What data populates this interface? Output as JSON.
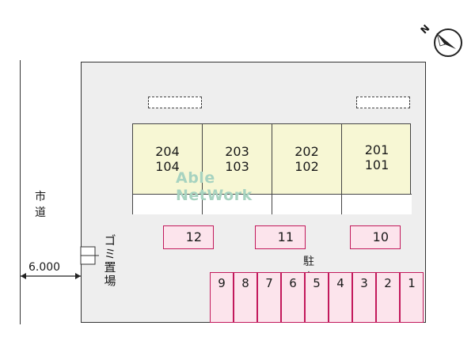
{
  "road": {
    "label": "市道",
    "width": "6.000"
  },
  "units": [
    {
      "upper": "204",
      "lower": "104"
    },
    {
      "upper": "203",
      "lower": "103"
    },
    {
      "upper": "202",
      "lower": "102"
    },
    {
      "upper": "201",
      "lower": "101"
    }
  ],
  "garbage": {
    "label": "ゴミ置場"
  },
  "parking": {
    "label": "駐車場",
    "horizontal": [
      "12",
      "11",
      "10"
    ],
    "vertical": [
      "9",
      "8",
      "7",
      "6",
      "5",
      "4",
      "3",
      "2",
      "1"
    ]
  },
  "watermark": "Able NetWork",
  "compass": {
    "label": "N"
  },
  "colors": {
    "building": "#f7f7d4",
    "parking_fill": "#fce4ec",
    "parking_border": "#c2185b",
    "lot": "#eeeeee",
    "watermark": "#a7d3c0"
  }
}
